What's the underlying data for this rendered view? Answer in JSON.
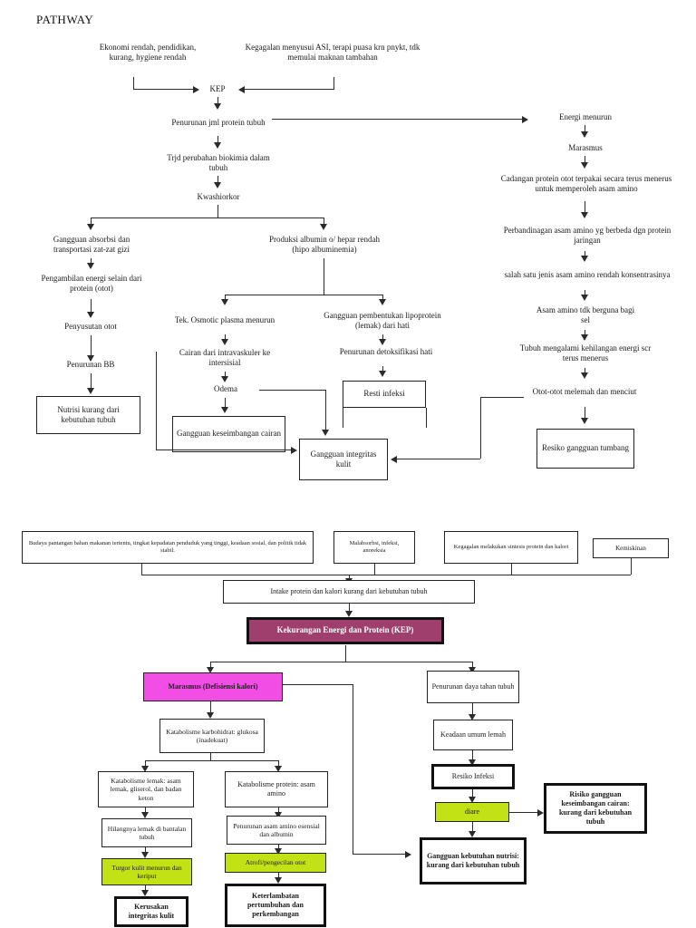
{
  "page": {
    "title": "PATHWAY"
  },
  "diagram_top": {
    "nodes": {
      "ekonomi": "Ekonomi rendah, pendidikan, kurang, hygiene rendah",
      "kegagalan_asi": "Kegagalan menyusui ASI, terapi puasa krn pnykt, tdk memulai maknan tambahan",
      "kep": "KEP",
      "penurunan_protein": "Penurunan jml protein tubuh",
      "trjd_biokimia": "Trjd perubahan biokimia dalam tubuh",
      "kwashiorkor": "Kwashiorkor",
      "gangguan_absorbsi": "Gangguan absorbsi dan transportasi zat-zat gizi",
      "pengambilan_energi": "Pengambilan energi selain dari protein (otot)",
      "penyusutan_otot": "Penyusutan otot",
      "penurunan_bb": "Penurunan BB",
      "nutrisi_kurang": "Nutrisi kurang dari kebutuhan tubuh",
      "produksi_albumin": "Produksi albumin o/ hepar rendah (hipo albuminemia)",
      "tek_osmotic": "Tek. Osmotic plasma menurun",
      "cairan_intravaskuler": "Cairan dari intravaskuler ke intersisial",
      "odema": "Odema",
      "gangguan_keseimbangan_cairan": "Gangguan keseimbangan cairan",
      "gangguan_lipoprotein": "Gangguan pembentukan lipoprotein (lemak) dari hati",
      "penurunan_detoksifikasi": "Penurunan detoksifikasi hati",
      "resti_infeksi": "Resti infeksi",
      "gangguan_integritas_kulit": "Gangguan integritas kulit",
      "energi_menurun": "Energi menurun",
      "marasmus": "Marasmus",
      "cadangan_protein": "Cadangan protein otot terpakai secara terus menerus untuk memperoleh asam amino",
      "perbandingan_asam_amino": "Perbandinagan asam amino yg berbeda dgn protein jaringan",
      "salah_satu_jenis": "salah satu jenis asam amino rendah konsentrasinya",
      "asam_amino_tdk_berguna": "Asam amino tdk berguna bagi sel",
      "tubuh_kehilangan_energi": "Tubuh mengalami kehilangan energi scr terus menerus",
      "otot_melemah": "Otot-otot melemah dan menciut",
      "resiko_gangguan_tumbang": "Resiko gangguan tumbang"
    }
  },
  "diagram_bottom": {
    "nodes": {
      "budaya": "Budaya pantangan bahan makanan tertentu, tingkat kepadatan penduduk yang tinggi, keadaan sosial, dan politik tidak stabil.",
      "malabsorbsi": "Malabsorbsi, infeksi, anoreksia",
      "kegagalan_sintesis": "Kegagalan melakukan sintesis protein dan kalori",
      "kemiskinan": "Kemiskinan",
      "intake_protein": "Intake protein dan kalori kurang dari kebutuhan tubuh",
      "kep": "Kekurangan Energi dan Protein (KEP)",
      "marasmus": "Marasmus (Defisiensi kalori)",
      "penurunan_daya_tahan": "Penurunan daya tahan tubuh",
      "katabolisme_karbohidrat": "Katabolisme karbohidrat: glukosa (inadekuat)",
      "keadaan_umum_lemah": "Keadaan umum lemah",
      "katabolisme_lemak": "Katabolisme lemak: asam lemak, gliserol, dan badan keton",
      "katabolisme_protein": "Katabolisme protein: asam amino",
      "resiko_infeksi": "Resiko Infeksi",
      "hilangnya_lemak": "Hilangnya lemak di bantalan tubuh",
      "penurunan_asam_amino": "Penurunan asam amino esensial dan albumin",
      "diare": "diare",
      "risiko_gangguan_cairan": "Risiko gangguan keseimbangan cairan: kurang dari kebutuhan tubuh",
      "turgor_kulit": "Turgor kulit menurun dan keriput",
      "atrofi_otot": "Atrofi/pengecilan otot",
      "gangguan_nutrisi": "Gangguan kebutuhan nutrisi: kurang dari kebutuhan tubuh",
      "kerusakan_integritas_kulit": "Kerusakan integritas kulit",
      "keterlambatan_tumbang": "Keterlambatan pertumbuhan dan perkembangan"
    }
  },
  "colors": {
    "plum": "#9e3f6d",
    "pink": "#f24ee6",
    "green": "#c2e215",
    "line": "#2b2b2b",
    "text": "#1a1a1a",
    "white": "#ffffff"
  }
}
